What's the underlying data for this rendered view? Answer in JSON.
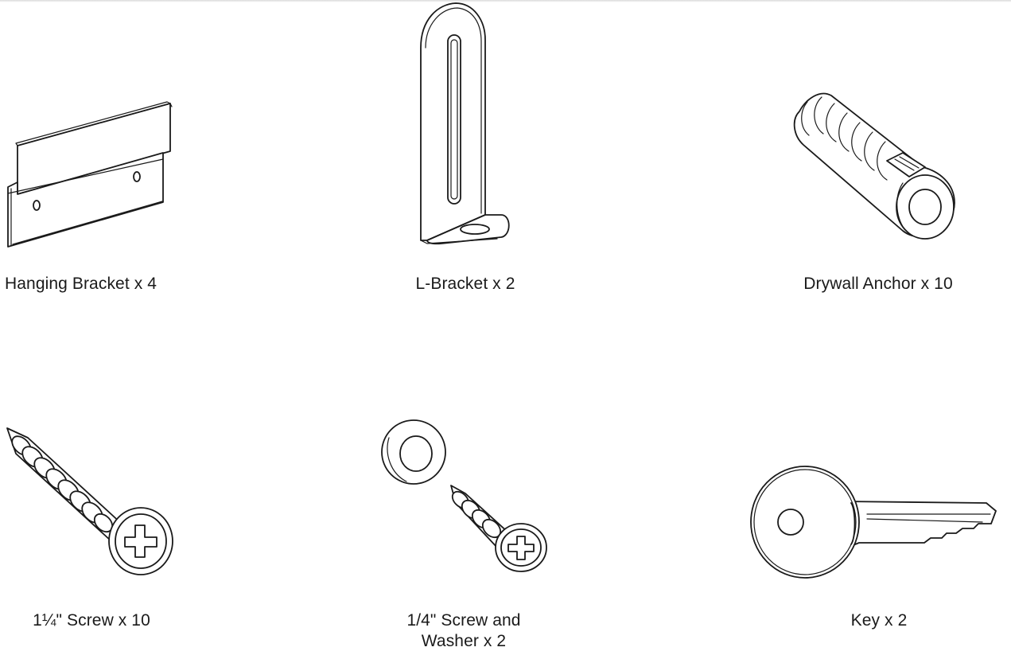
{
  "parts": [
    {
      "label": "Hanging Bracket x 4",
      "icon": "hanging-bracket-icon"
    },
    {
      "label": "L-Bracket x 2",
      "icon": "l-bracket-icon"
    },
    {
      "label": "Drywall Anchor x 10",
      "icon": "drywall-anchor-icon"
    },
    {
      "label": "1¼\" Screw x 10",
      "icon": "long-screw-icon"
    },
    {
      "label": "1/4\" Screw and Washer x 2",
      "label_line1": "1/4\" Screw and",
      "label_line2": "Washer x 2",
      "icon": "screw-washer-icon"
    },
    {
      "label": "Key x 2",
      "icon": "key-icon"
    }
  ]
}
